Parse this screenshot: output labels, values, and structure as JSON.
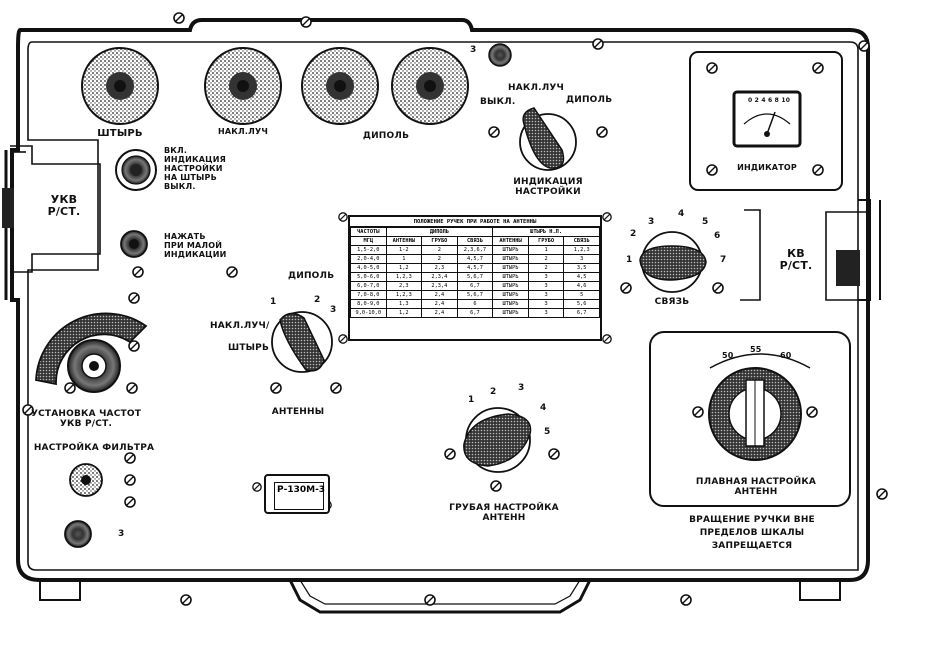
{
  "labels": {
    "shtyr": "ШТЫРЬ",
    "nakl_luch_jack": "НАКЛ.ЛУЧ",
    "dipol_jack": "ДИПОЛЬ",
    "num_3_top": "3",
    "indication_switch": {
      "nakl_luch": "НАКЛ.ЛУЧ",
      "vykl": "ВЫКЛ.",
      "dipol": "ДИПОЛЬ",
      "caption_line1": "ИНДИКАЦИЯ",
      "caption_line2": "НАСТРОЙКИ"
    },
    "indicator": {
      "caption": "ИНДИКАТОР",
      "scale": "0 2 4 6 8 10"
    },
    "toggle_switch": {
      "line1": "ВКЛ.",
      "line2": "ИНДИКАЦИЯ",
      "line3": "НАСТРОЙКИ",
      "line4": "НА ШТЫРЬ",
      "line5": "ВЫКЛ."
    },
    "push_button": {
      "line1": "НАЖАТЬ",
      "line2": "ПРИ МАЛОЙ",
      "line3": "ИНДИКАЦИИ"
    },
    "ukv": {
      "line1": "УКВ",
      "line2": "Р/СТ."
    },
    "kv": {
      "line1": "КВ",
      "line2": "Р/СТ."
    },
    "antenna_switch": {
      "dipol": "ДИПОЛЬ",
      "nakl_luch": "НАКЛ.ЛУЧ/",
      "shtyr": "ШТЫРЬ",
      "pos1": "1",
      "pos2": "2",
      "pos3": "3",
      "caption": "АНТЕННЫ"
    },
    "svyaz": {
      "caption": "СВЯЗЬ",
      "positions": [
        "1",
        "2",
        "3",
        "4",
        "5",
        "6",
        "7"
      ]
    },
    "freq_setting": {
      "line1": "УСТАНОВКА ЧАСТОТ",
      "line2": "УКВ Р/СТ."
    },
    "filter_setting": "НАСТРОЙКА ФИЛЬТРА",
    "num_3_bottom": "3",
    "coarse_tuning": {
      "line1": "ГРУБАЯ НАСТРОЙКА",
      "line2": "АНТЕНН",
      "positions": [
        "1",
        "2",
        "3",
        "4",
        "5"
      ]
    },
    "fine_tuning": {
      "line1": "ПЛАВНАЯ НАСТРОЙКА",
      "line2": "АНТЕНН",
      "dial": [
        "50",
        "55",
        "60"
      ]
    },
    "warning": {
      "line1": "ВРАЩЕНИЕ РУЧКИ ВНЕ",
      "line2": "ПРЕДЕЛОВ ШКАЛЫ",
      "line3": "ЗАПРЕЩАЕТСЯ"
    },
    "model": "Р-130М-3"
  },
  "table": {
    "title": "ПОЛОЖЕНИЕ РУЧЕК ПРИ РАБОТЕ НА АНТЕННЫ",
    "group_headers": [
      "ЧАСТОТЫ",
      "ДИПОЛЬ",
      "ШТЫРЬ Н.Л."
    ],
    "columns": [
      "МГЦ",
      "АНТЕННЫ",
      "ГРУБО",
      "СВЯЗЬ",
      "АНТЕННЫ",
      "ГРУБО",
      "СВЯЗЬ"
    ],
    "rows": [
      [
        "1,5-2,0",
        "1-2",
        "2",
        "2,3,6,7",
        "ШТЫРЬ",
        "1",
        "1,2,3"
      ],
      [
        "2,0-4,0",
        "1",
        "2",
        "4,5,7",
        "ШТЫРЬ",
        "2",
        "3"
      ],
      [
        "4,0-5,0",
        "1,2",
        "2,3",
        "4,5,7",
        "ШТЫРЬ",
        "2",
        "3,5"
      ],
      [
        "5,0-6,0",
        "1,2,3",
        "2,3,4",
        "5,6,7",
        "ШТЫРЬ",
        "3",
        "4,5"
      ],
      [
        "6,0-7,0",
        "2,3",
        "2,3,4",
        "6,7",
        "ШТЫРЬ",
        "3",
        "4,6"
      ],
      [
        "7,0-8,0",
        "1,2,3",
        "2,4",
        "5,6,7",
        "ШТЫРЬ",
        "3",
        "5"
      ],
      [
        "8,0-9,0",
        "1,3",
        "2,4",
        "6",
        "ШТЫРЬ",
        "3",
        "5,6"
      ],
      [
        "9,0-10,0",
        "1,2",
        "2,4",
        "6,7",
        "ШТЫРЬ",
        "3",
        "6,7"
      ]
    ]
  }
}
